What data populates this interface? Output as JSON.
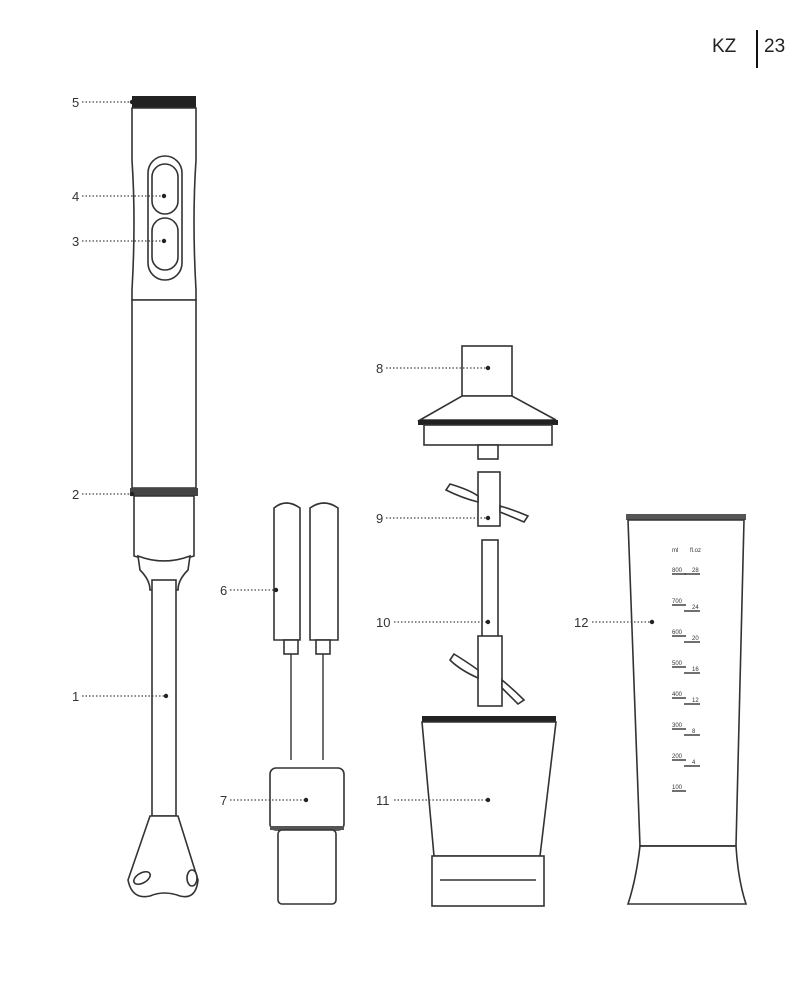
{
  "header": {
    "language": "KZ",
    "page_number": "23"
  },
  "callouts": [
    "1",
    "2",
    "3",
    "4",
    "5",
    "6",
    "7",
    "8",
    "9",
    "10",
    "11",
    "12"
  ],
  "beaker": {
    "unit_ml": "ml",
    "unit_oz": "fl.oz",
    "ml_marks": [
      "800",
      "700",
      "600",
      "500",
      "400",
      "300",
      "200",
      "100"
    ],
    "oz_marks": [
      "28",
      "24",
      "20",
      "16",
      "12",
      "8",
      "4"
    ]
  }
}
